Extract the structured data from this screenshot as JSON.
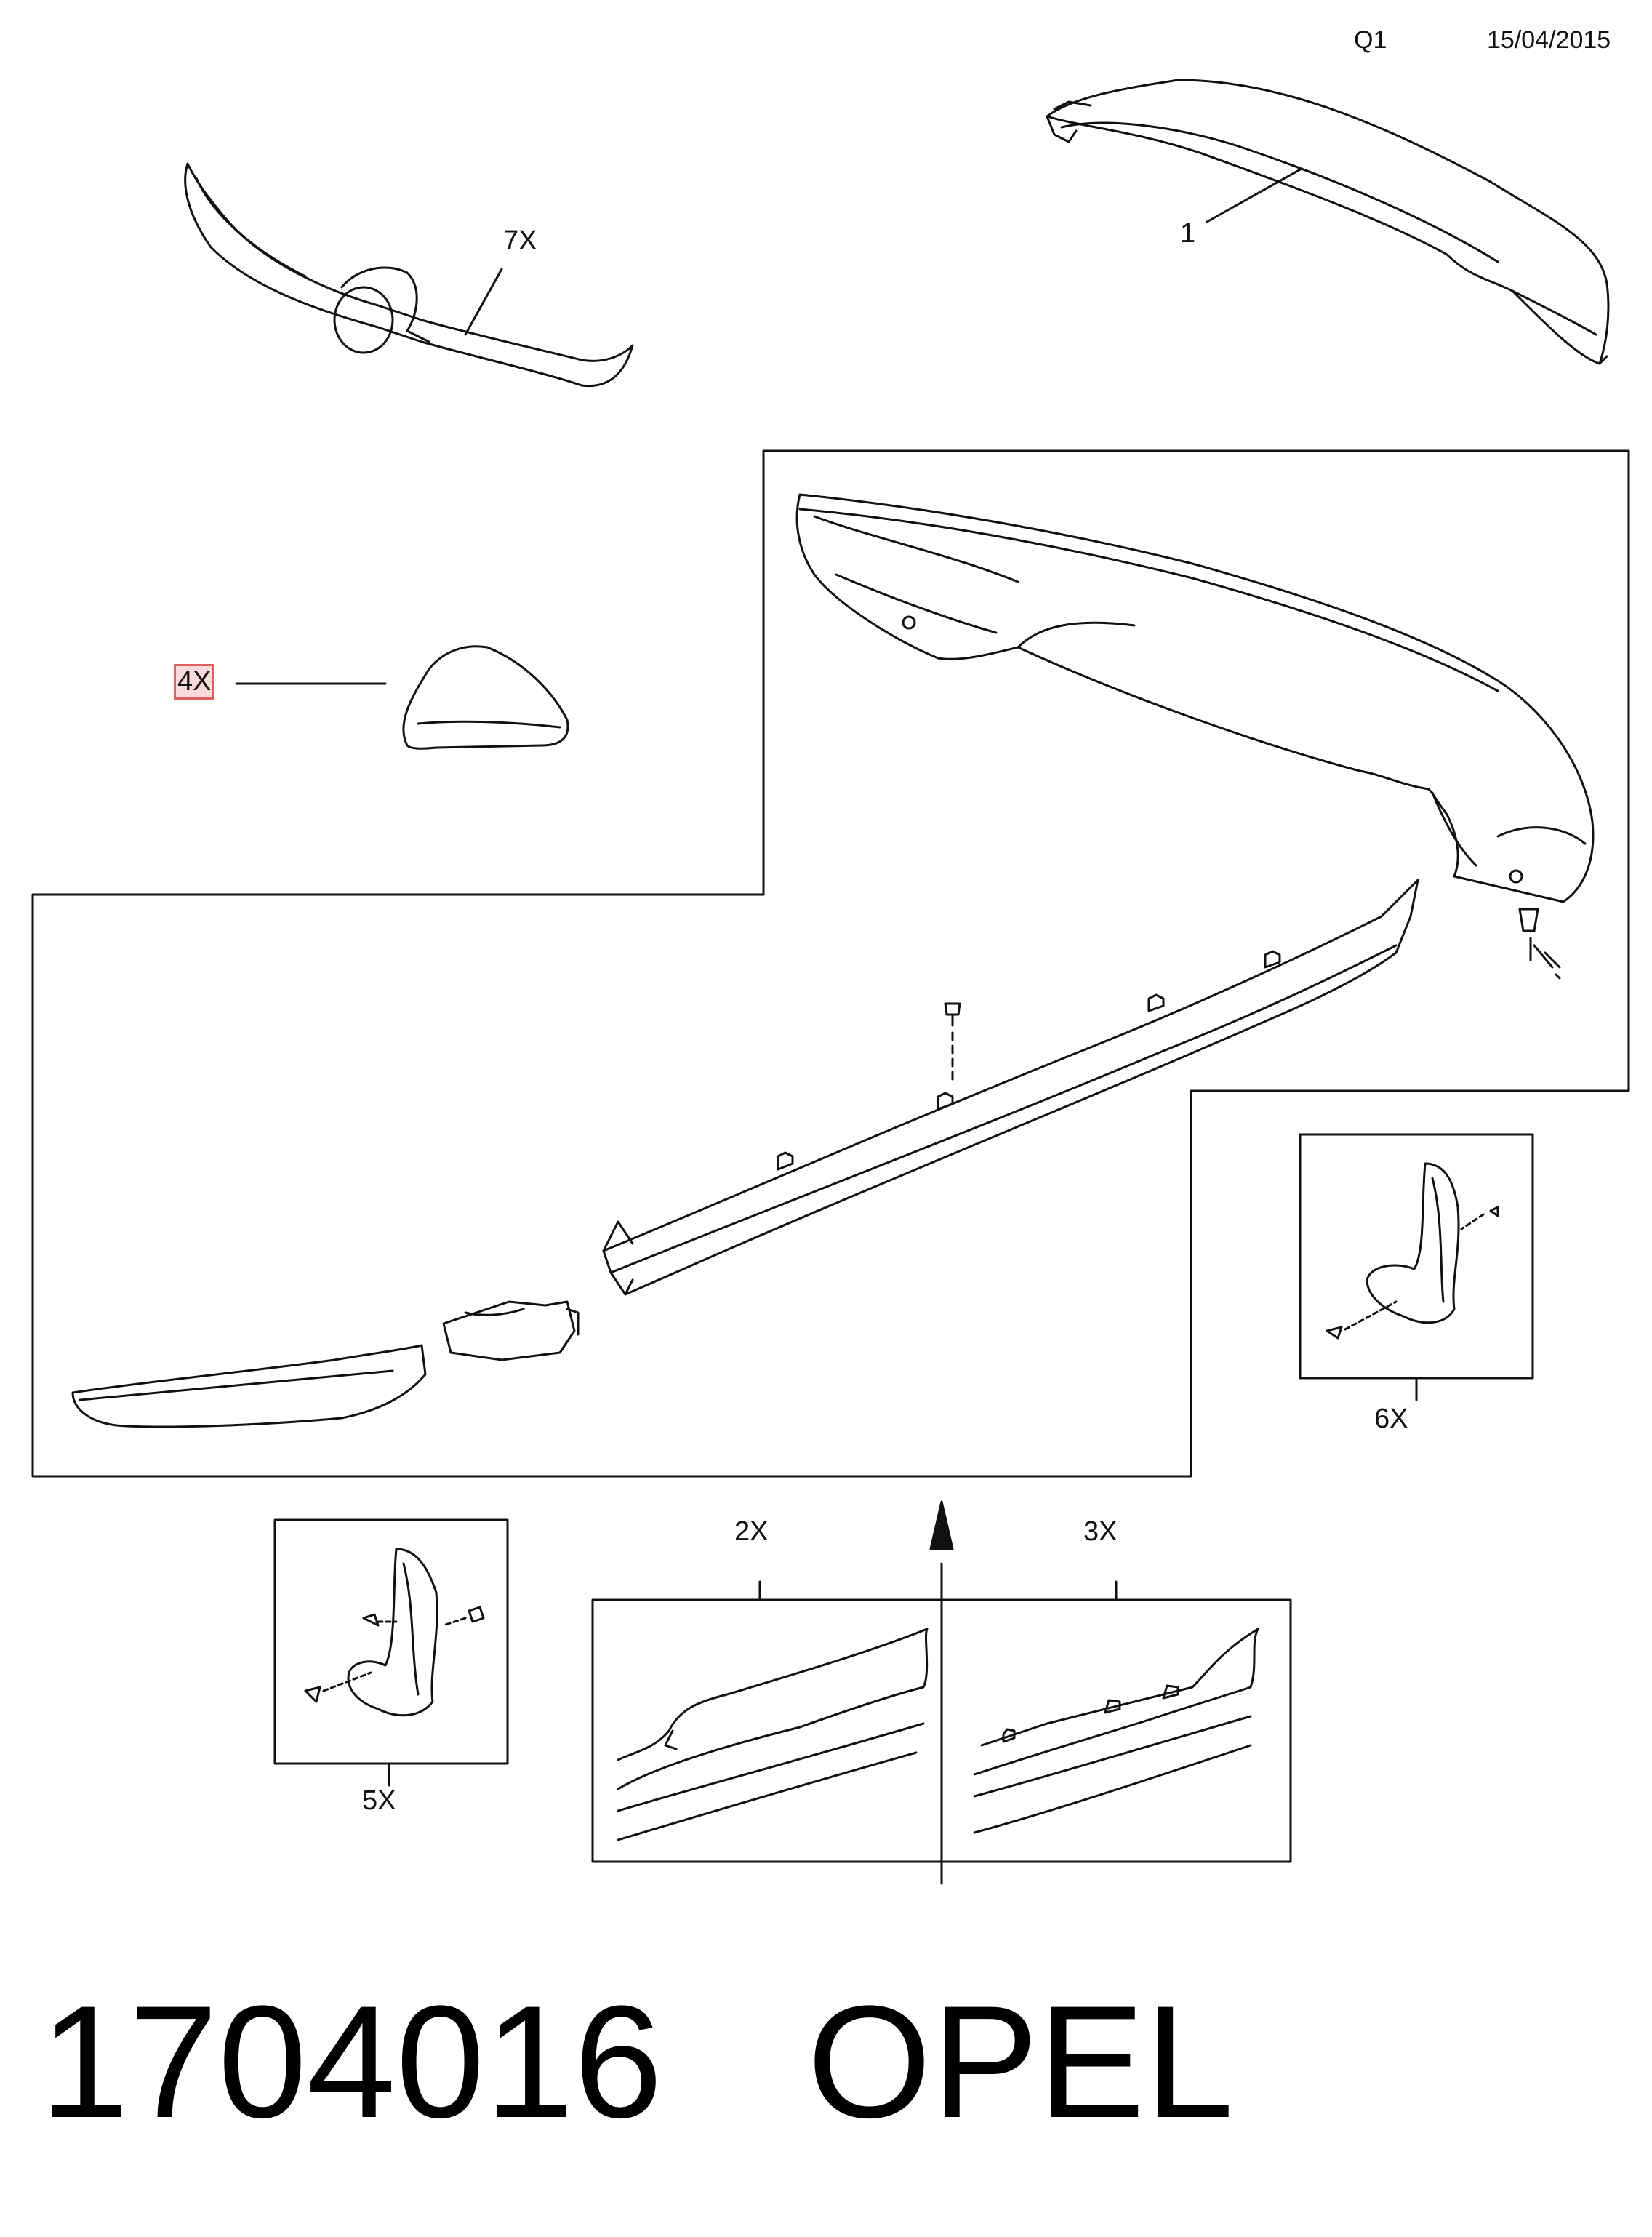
{
  "header": {
    "sheet": "Q1",
    "date": "15/04/2015"
  },
  "callouts": {
    "c1": "1",
    "c7x": "7X",
    "c4x": "4X",
    "c6x": "6X",
    "c5x": "5X",
    "c2x": "2X",
    "c3x": "3X"
  },
  "footer": {
    "part_number": "1704016",
    "brand": "OPEL"
  },
  "colors": {
    "line": "#111111",
    "highlight": "#e06060"
  }
}
